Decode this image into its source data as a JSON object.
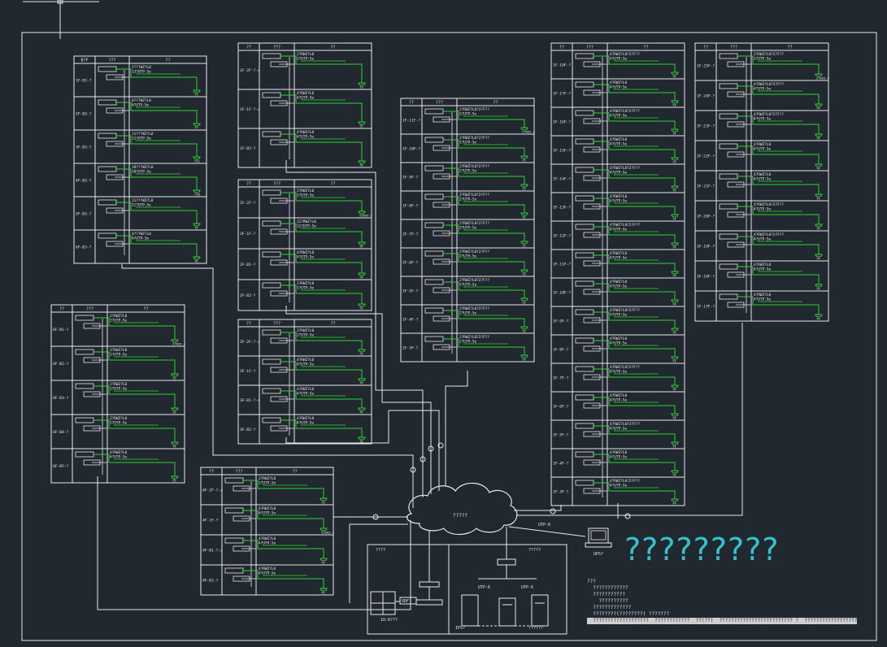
{
  "drawing": {
    "title_text": "?????????",
    "cloud_label": "?????",
    "workstation_label": "UPS?",
    "utp_label": "UTP-6",
    "bottom_panel": {
      "left_title": "????",
      "right_title": "?????",
      "switch_left": "ODF?",
      "device_a": "UTP-6",
      "device_b": "UTP-6",
      "bottom_labels": [
        "1U-6???",
        "IPS?",
        "??????"
      ]
    },
    "notes": [
      "???",
      "  ????????????",
      "  ???????????",
      "    ??????????",
      "  ?????????????",
      "  ????????(????????) ???????",
      "  ???????????????????",
      "  ????????????  ??(??)",
      "  ????????????????????????? ?",
      "  ??????????????????"
    ],
    "colors": {
      "background": "#212830",
      "line": "#e8e8e8",
      "green": "#2fd52f",
      "cyan": "#33c3cf"
    }
  },
  "tables": [
    {
      "id": "b-block-1",
      "header": [
        "B?F",
        "???",
        "??"
      ],
      "rows": [
        {
          "label": "1F-B3-?",
          "lines": [
            "1???WZ?L0",
            "13?UTP-5e"
          ],
          "end": "?1"
        },
        {
          "label": "2F-B3-?",
          "lines": [
            "6???WZ?L0",
            "6?UTP-5e"
          ],
          "end": "?7"
        },
        {
          "label": "3F-B3-?",
          "lines": [
            "11???WZ?L0",
            "11?UTP-5e"
          ],
          "end": "?11"
        },
        {
          "label": "4F-B3-?",
          "lines": [
            "18???WZ?L0",
            "18?UTP-5e"
          ],
          "end": "?18"
        },
        {
          "label": "5F-B3-?",
          "lines": [
            "11???WZ?L0",
            "11?UTP-5e"
          ],
          "end": "?5"
        },
        {
          "label": "6F-B3-?",
          "lines": [
            "4???WZ?L0",
            "4?UTP-5e"
          ],
          "end": "?6"
        }
      ]
    },
    {
      "id": "b-block-2",
      "header": [
        "??",
        "???",
        "??"
      ],
      "rows": [
        {
          "label": "1F-2F-?-a",
          "lines": [
            "2?RWZ?L0",
            "2?UTP-5e"
          ],
          "end": "?3"
        },
        {
          "label": "1F-1F-?-a",
          "lines": [
            "4?RWZ?L0",
            "4?UTP-5e"
          ],
          "end": "?5"
        },
        {
          "label": "1F-B2-?",
          "lines": [
            "4?RWZ?L0",
            "4?UTP-5e"
          ],
          "end": "?6"
        }
      ]
    },
    {
      "id": "b-block-3",
      "header": [
        "??",
        "???",
        "??"
      ],
      "rows": [
        {
          "label": "2F-2F-?",
          "lines": [
            "2?RWZ?L0",
            "2?UTP-5e"
          ],
          "end": "2?RV5-3"
        },
        {
          "label": "2F-1F-?",
          "lines": [
            "12?RWZ?L0",
            "12?UTP-5e"
          ],
          "end": "?6"
        },
        {
          "label": "2F-B1-?",
          "lines": [
            "4?RWZ?L0",
            "4?UTP-5e"
          ],
          "end": "?4"
        },
        {
          "label": "2F-B2-?",
          "lines": [
            "1?RWZ?L0",
            "1?UTP-5e"
          ],
          "end": "?3"
        }
      ]
    },
    {
      "id": "b-block-4",
      "header": [
        "??",
        "???",
        "??"
      ],
      "rows": [
        {
          "label": "3F-2F-?-a",
          "lines": [
            "2?RWZ?L0",
            "2?UTP-5e"
          ],
          "end": "?3"
        },
        {
          "label": "3F-1F-?",
          "lines": [
            "4?RWZ?L0",
            "4?UTP-5e"
          ],
          "end": "?4"
        },
        {
          "label": "3F-B1-?-a",
          "lines": [
            "4?RWZ?L0",
            "4?UTP-5e"
          ],
          "end": "?4"
        },
        {
          "label": "3F-B2-?",
          "lines": [
            "4?RWZ?L0",
            "4?UTP-5e"
          ],
          "end": "?5"
        }
      ]
    },
    {
      "id": "b-block-5",
      "header": [
        "??",
        "???",
        "??"
      ],
      "rows": [
        {
          "label": "6F-B1-?",
          "lines": [
            "2?RWZ?L0",
            "2?UTP-5e"
          ],
          "end": "2?RV5-3"
        },
        {
          "label": "6F-B2-?",
          "lines": [
            "1?RWZ?L0",
            "1?UTP-5e"
          ],
          "end": "?2"
        },
        {
          "label": "6F-B3-?",
          "lines": [
            "2?RWZ?L0",
            "2?UTP-5e"
          ],
          "end": "?2"
        },
        {
          "label": "6F-B4-?",
          "lines": [
            "2?RWZ?L0",
            "2?UTP-5e"
          ],
          "end": "?4"
        },
        {
          "label": "6F-B5-?",
          "lines": [
            "4?RWZ?L0",
            "4?UTP-5e"
          ],
          "end": "?5"
        }
      ]
    },
    {
      "id": "b-block-6",
      "header": [
        "??",
        "???",
        "??"
      ],
      "rows": [
        {
          "label": "4F-2F-?-a",
          "lines": [
            "2?RWZ?L0",
            "2?UTP-5e"
          ],
          "end": "?3"
        },
        {
          "label": "4F-1F-?",
          "lines": [
            "6?RWZ?L0",
            "6?UTP-5e"
          ],
          "end": "2?RV5-3"
        },
        {
          "label": "4F-B1-?-a",
          "lines": [
            "4?RWZ?L0",
            "4?UTP-5e"
          ],
          "end": "?4"
        },
        {
          "label": "4F-B2-?",
          "lines": [
            "4?RWZ?L0",
            "4?UTP-5e"
          ],
          "end": "?5"
        }
      ]
    },
    {
      "id": "tower-a",
      "header": [
        "??",
        "???",
        "??"
      ],
      "rows": [
        {
          "label": "1F-11F-?",
          "lines": [
            "2?RWZ?L0?2?F??",
            "2?UTP-5e"
          ],
          "end": "2?RV5-3"
        },
        {
          "label": "1F-10F-?",
          "lines": [
            "2?RWZ?L0?2?F??",
            "2?UTP-5e"
          ],
          "end": "?3"
        },
        {
          "label": "1F-9F-?",
          "lines": [
            "2?RWZ?L0?2?F??",
            "2?UTP-5e"
          ],
          "end": "?3"
        },
        {
          "label": "1F-8F-?",
          "lines": [
            "2?RWZ?L0?2?F??",
            "2?UTP-5e"
          ],
          "end": "?3"
        },
        {
          "label": "1F-7F-?",
          "lines": [
            "2?RWZ?L0?2?F??",
            "2?UTP-5e"
          ],
          "end": "?3"
        },
        {
          "label": "1F-6F-?",
          "lines": [
            "2?RWZ?L0?2?F??",
            "2?UTP-5e"
          ],
          "end": "?3"
        },
        {
          "label": "1F-5F-?",
          "lines": [
            "2?RWZ?L0?2?F??",
            "2?UTP-5e"
          ],
          "end": "?3"
        },
        {
          "label": "1F-4F-?",
          "lines": [
            "2?RWZ?L0?2?F??",
            "2?UTP-5e"
          ],
          "end": "?3"
        },
        {
          "label": "1F-3F-?",
          "lines": [
            "2?RWZ?L0?2?F??",
            "2?UTP-5e"
          ],
          "end": "?3"
        }
      ]
    },
    {
      "id": "tower-b",
      "header": [
        "??",
        "???",
        "??"
      ],
      "rows": [
        {
          "label": "1F-18F-?",
          "lines": [
            "4?RWZ?L0?2?F??",
            "4?UTP-5e"
          ],
          "end": "?4"
        },
        {
          "label": "1F-17F-?",
          "lines": [
            "4?RWZ?L0",
            "4?UTP-5e"
          ],
          "end": "?4"
        },
        {
          "label": "1F-16F-?",
          "lines": [
            "4?RWZ?L0?2?F??",
            "4?UTP-5e"
          ],
          "end": "?4"
        },
        {
          "label": "1F-15F-?",
          "lines": [
            "4?RWZ?L0",
            "4?UTP-5e"
          ],
          "end": "?4"
        },
        {
          "label": "1F-14F-?",
          "lines": [
            "4?RWZ?L0?2?F??",
            "4?UTP-5e"
          ],
          "end": "?4"
        },
        {
          "label": "1F-13F-?",
          "lines": [
            "4?RWZ?L0",
            "4?UTP-5e"
          ],
          "end": "?4"
        },
        {
          "label": "1F-12F-?",
          "lines": [
            "4?RWZ?L0?2?F??",
            "4?UTP-5e"
          ],
          "end": "?4"
        },
        {
          "label": "1F-11F-?",
          "lines": [
            "4?RWZ?L0",
            "4?UTP-5e"
          ],
          "end": "?4"
        },
        {
          "label": "1F-10F-?",
          "lines": [
            "4?RWZ?L0",
            "4?UTP-5e"
          ],
          "end": "?4"
        },
        {
          "label": "1F-9F-?",
          "lines": [
            "4?RWZ?L0?2?F??",
            "4?UTP-5e"
          ],
          "end": "?4"
        },
        {
          "label": "1F-8F-?",
          "lines": [
            "4?RWZ?L0",
            "4?UTP-5e"
          ],
          "end": "?4"
        },
        {
          "label": "1F-7F-?",
          "lines": [
            "4?RWZ?L0?2?F??",
            "4?UTP-5e"
          ],
          "end": "?4"
        },
        {
          "label": "1F-6F-?",
          "lines": [
            "4?RWZ?L0",
            "4?UTP-5e"
          ],
          "end": "?4"
        },
        {
          "label": "1F-5F-?",
          "lines": [
            "4?RWZ?L0?2?F??",
            "4?UTP-5e"
          ],
          "end": "?4"
        },
        {
          "label": "1F-4F-?",
          "lines": [
            "4?RWZ?L0",
            "4?UTP-5e"
          ],
          "end": "?4"
        },
        {
          "label": "1F-3F-?",
          "lines": [
            "4?RWZ?L0?2?F??",
            "4?UTP-5e"
          ],
          "end": "?4"
        }
      ]
    },
    {
      "id": "tower-c",
      "header": [
        "??",
        "???",
        "??"
      ],
      "rows": [
        {
          "label": "1F-25F-?",
          "lines": [
            "2?RWZ?L0?2?F??",
            "2?UTP-5e"
          ],
          "end": "2?RV5-3"
        },
        {
          "label": "1F-24F-?",
          "lines": [
            "4?RWZ?L0?2?F??",
            "4?UTP-5e"
          ],
          "end": "?4"
        },
        {
          "label": "1F-23F-?",
          "lines": [
            "4?RWZ?L0?2?F??",
            "4?UTP-5e"
          ],
          "end": "?4"
        },
        {
          "label": "1F-22F-?",
          "lines": [
            "4?RWZ?L0",
            "4?UTP-5e"
          ],
          "end": "?4"
        },
        {
          "label": "1F-21F-?",
          "lines": [
            "4?RWZ?L0",
            "4?UTP-5e"
          ],
          "end": "?4"
        },
        {
          "label": "1F-20F-?",
          "lines": [
            "4?RWZ?L0?2?F??",
            "4?UTP-5e"
          ],
          "end": "?4"
        },
        {
          "label": "1F-19F-?",
          "lines": [
            "4?RWZ?L0?2?F??",
            "4?UTP-5e"
          ],
          "end": "?4"
        },
        {
          "label": "1F-18F-?",
          "lines": [
            "4?RWZ?L0",
            "4?UTP-5e"
          ],
          "end": "?4"
        },
        {
          "label": "1F-17F-?",
          "lines": [
            "4?RWZ?L0",
            "4?UTP-5e"
          ],
          "end": "?4"
        }
      ]
    }
  ]
}
